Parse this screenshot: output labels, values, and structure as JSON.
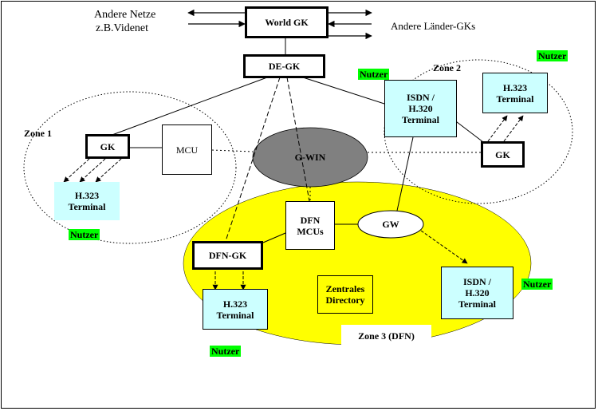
{
  "diagram": {
    "labels": {
      "andere_netze": "Andere Netze",
      "videonet": "z.B.Videnet",
      "andere_laender": "Andere Länder-GKs",
      "zone1": "Zone 1",
      "zone2": "Zone 2",
      "zone3": "Zone 3 (DFN)"
    },
    "nodes": {
      "world_gk": "World GK",
      "de_gk": "DE-GK",
      "gk_zone1": "GK",
      "mcu": "MCU",
      "h323_zone1": "H.323\nTerminal",
      "g_win": "G-WIN",
      "isdn_zone2": "ISDN /\nH.320\nTerminal",
      "h323_zone2": "H.323\nTerminal",
      "gk_zone2": "GK",
      "dfn_mcus": "DFN\nMCUs",
      "gw": "GW",
      "dfn_gk": "DFN-GK",
      "h323_zone3": "H.323\nTerminal",
      "zentrales_directory": "Zentrales\nDirectory",
      "isdn_zone3": "ISDN /\nH.320\nTerminal"
    },
    "user_tags": {
      "zone1": "Nutzer",
      "zone2_isdn": "Nutzer",
      "zone2_h323": "Nutzer",
      "zone3_h323": "Nutzer",
      "zone3_isdn": "Nutzer"
    },
    "colors": {
      "zone3_fill": "#ffff00",
      "terminal_fill": "#ccffff",
      "user_tag": "#00ff00",
      "g_win_fill": "#808080"
    }
  }
}
